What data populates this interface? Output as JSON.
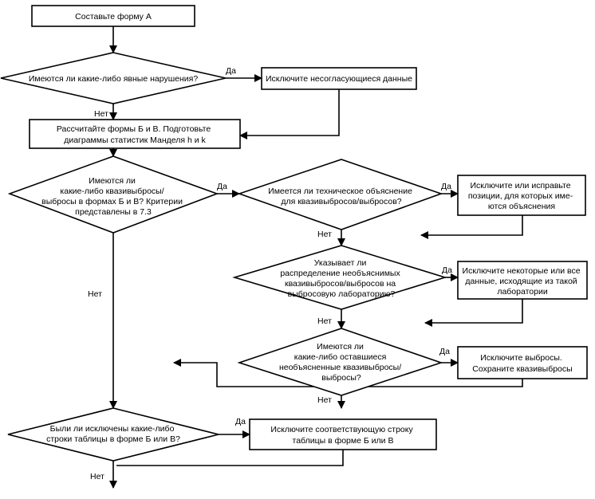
{
  "nodes": {
    "start": {
      "lines": [
        "Составьте форму А"
      ]
    },
    "d1": {
      "lines": [
        "Имеются ли какие-либо явные нарушения?"
      ]
    },
    "p1": {
      "lines": [
        "Исключите несогласующиеся данные"
      ]
    },
    "p2": {
      "lines": [
        "Рассчитайте формы Б и В. Подготовьте",
        "диаграммы статистик Манделя h и k"
      ]
    },
    "d2": {
      "lines": [
        "Имеются ли",
        "какие-либо квазивыбросы/",
        "выбросы в формах Б и В? Критерии",
        "представлены в 7.3"
      ]
    },
    "d3": {
      "lines": [
        "Имеется ли техническое объяснение",
        "для квазивыбросов/выбросов?"
      ]
    },
    "p3": {
      "lines": [
        "Исключите или исправьте",
        "позиции, для которых име-",
        "ются объяснения"
      ]
    },
    "d4": {
      "lines": [
        "Указывает ли",
        "распределение необъяснимых",
        "квазивыбросов/выбросов на",
        "выбросовую лабораторию?"
      ]
    },
    "p4": {
      "lines": [
        "Исключите некоторые или все",
        "данные, исходящие из такой",
        "лаборатории"
      ]
    },
    "d5": {
      "lines": [
        "Имеются ли",
        "какие-либо оставшиеся",
        "необъясненные квазивыбросы/",
        "выбросы?"
      ]
    },
    "p5": {
      "lines": [
        "Исключите выбросы.",
        "Сохраните квазивыбросы"
      ]
    },
    "d6": {
      "lines": [
        "Были ли исключены какие-либо",
        "строки таблицы в форме Б или В?"
      ]
    },
    "p6": {
      "lines": [
        "Исключите соответствующую строку",
        "таблицы в форме Б или В"
      ]
    }
  },
  "labels": {
    "yes": "Да",
    "no": "Нет"
  }
}
